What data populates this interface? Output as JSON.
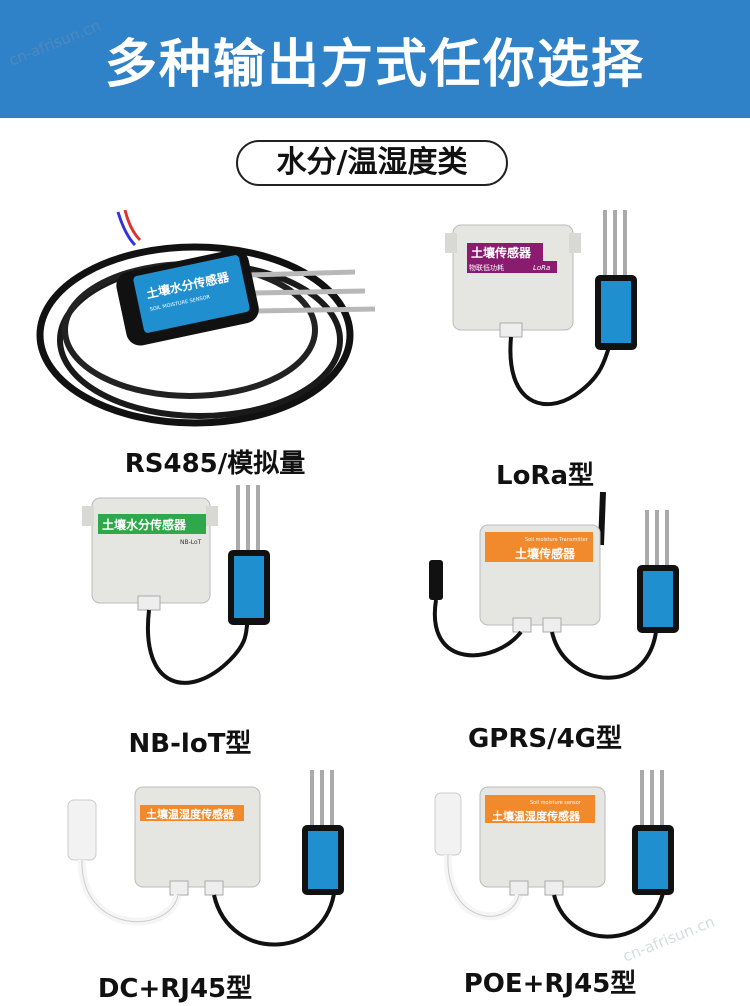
{
  "banner": {
    "title": "多种输出方式任你选择"
  },
  "section": {
    "title": "水分/温湿度类"
  },
  "watermarks": [
    "cn-afrisun.cn",
    "cn-afrisun.cn"
  ],
  "products": [
    {
      "label": "RS485/模拟量",
      "box_text": "土壤水分传感器",
      "box_sub": "SOIL MOISTURE SENSOR"
    },
    {
      "label": "LoRa型",
      "box_text": "土壤传感器",
      "box_sub": "物联低功耗",
      "badge": "LoRa"
    },
    {
      "label": "NB-loT型",
      "box_text": "土壤水分传感器",
      "box_sub": "NB-LoT"
    },
    {
      "label": "GPRS/4G型",
      "box_text": "土壤传感器",
      "box_sub": "Soil moisture Transmitter"
    },
    {
      "label": "DC+RJ45型",
      "box_text": "土壤温湿度传感器"
    },
    {
      "label": "POE+RJ45型",
      "box_text": "土壤温湿度传感器",
      "box_sub": "Soil moisture sensor"
    }
  ],
  "colors": {
    "banner": "#2f82c8",
    "probe": "#1f8fd0",
    "lora_tag": "#8b1b6e",
    "nb_tag": "#2ea84a",
    "orange_tag": "#f08a2c"
  }
}
